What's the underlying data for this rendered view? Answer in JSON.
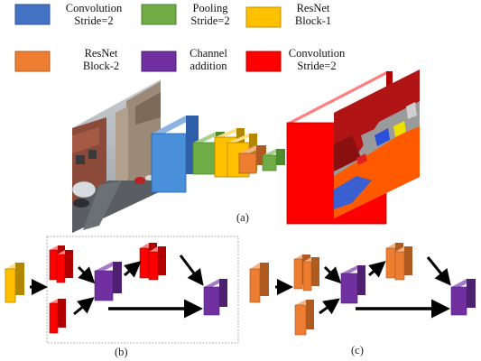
{
  "legend": [
    {
      "line1": "Convolution",
      "line2": "Stride=2",
      "color": "#4472c4"
    },
    {
      "line1": "Pooling",
      "line2": "Stride=2",
      "color": "#70ad47"
    },
    {
      "line1": "ResNet",
      "line2": "Block-1",
      "color": "#ffc000"
    },
    {
      "line1": "ResNet",
      "line2": "Block-2",
      "color": "#ed7d31"
    },
    {
      "line1": "Channel",
      "line2": "addition",
      "color": "#7030a0"
    },
    {
      "line1": "Convolution",
      "line2": "Stride=2",
      "color": "#ff0000"
    }
  ],
  "captions": {
    "a": "(a)",
    "b": "(b)",
    "c": "(c)"
  },
  "images": {
    "input": "street-scene-photo",
    "output": "segmentation-map"
  }
}
